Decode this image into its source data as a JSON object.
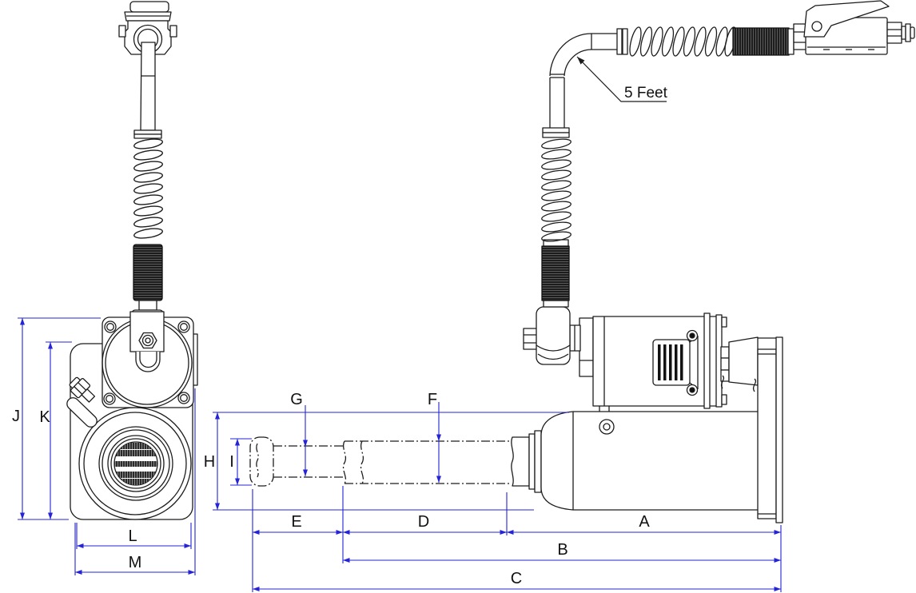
{
  "drawing": {
    "type": "technical-dimension-drawing",
    "annotations": {
      "hose_length": "5 Feet"
    },
    "dimension_labels": {
      "A": "A",
      "B": "B",
      "C": "C",
      "D": "D",
      "E": "E",
      "F": "F",
      "G": "G",
      "H": "H",
      "I": "I",
      "J": "J",
      "K": "K",
      "L": "L",
      "M": "M"
    },
    "colors": {
      "drawing_line": "#1c1c1c",
      "dimension_line": "#2424d6",
      "label_text": "#111111",
      "grip_fill": "#1d1d1d"
    }
  }
}
